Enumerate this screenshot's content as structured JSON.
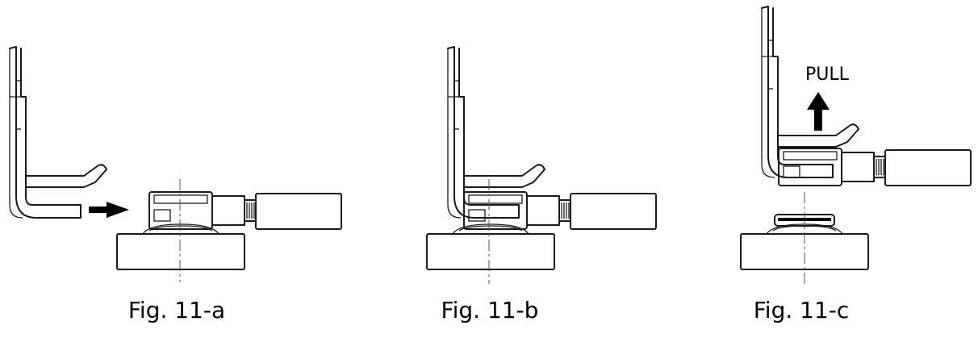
{
  "figures": [
    {
      "id": "a",
      "caption": "Fig. 11-a"
    },
    {
      "id": "b",
      "caption": "Fig. 11-b"
    },
    {
      "id": "c",
      "caption": "Fig. 11-c"
    }
  ],
  "annotations": {
    "pull_label": "PULL"
  }
}
